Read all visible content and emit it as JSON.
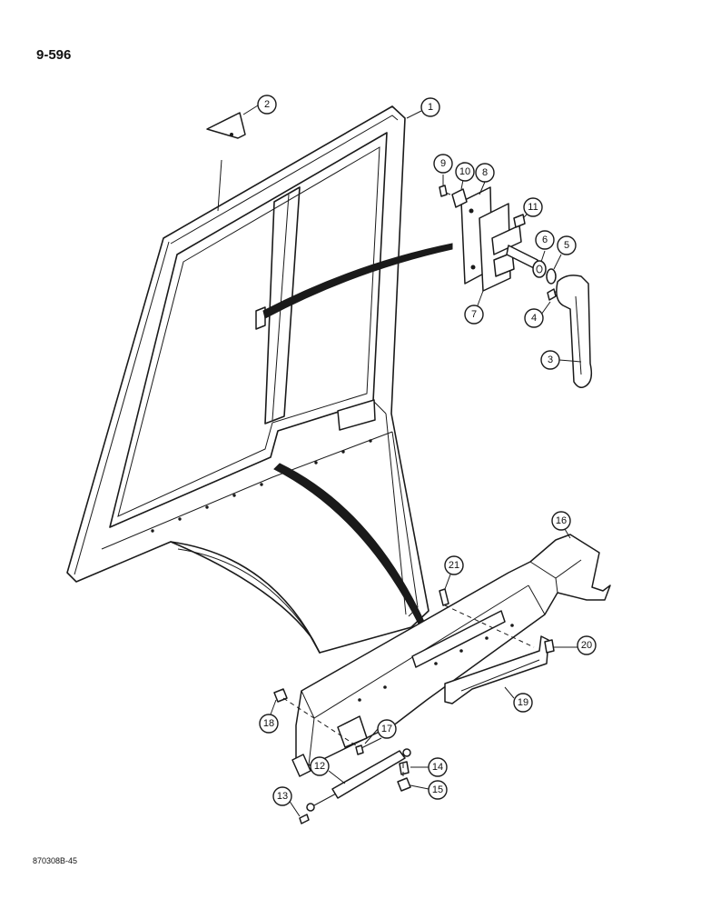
{
  "header": {
    "page_number": "9-596"
  },
  "footer": {
    "drawing_code": "870308B-45"
  },
  "callouts": [
    {
      "id": "c1",
      "label": "1"
    },
    {
      "id": "c2",
      "label": "2"
    },
    {
      "id": "c3",
      "label": "3"
    },
    {
      "id": "c4",
      "label": "4"
    },
    {
      "id": "c5",
      "label": "5"
    },
    {
      "id": "c6",
      "label": "6"
    },
    {
      "id": "c7",
      "label": "7"
    },
    {
      "id": "c8",
      "label": "8"
    },
    {
      "id": "c9",
      "label": "9"
    },
    {
      "id": "c10",
      "label": "10"
    },
    {
      "id": "c11",
      "label": "11"
    },
    {
      "id": "c12",
      "label": "12"
    },
    {
      "id": "c13",
      "label": "13"
    },
    {
      "id": "c14",
      "label": "14"
    },
    {
      "id": "c15",
      "label": "15"
    },
    {
      "id": "c16",
      "label": "16"
    },
    {
      "id": "c17",
      "label": "17"
    },
    {
      "id": "c18",
      "label": "18"
    },
    {
      "id": "c19",
      "label": "19"
    },
    {
      "id": "c20",
      "label": "20"
    },
    {
      "id": "c21",
      "label": "21"
    }
  ]
}
